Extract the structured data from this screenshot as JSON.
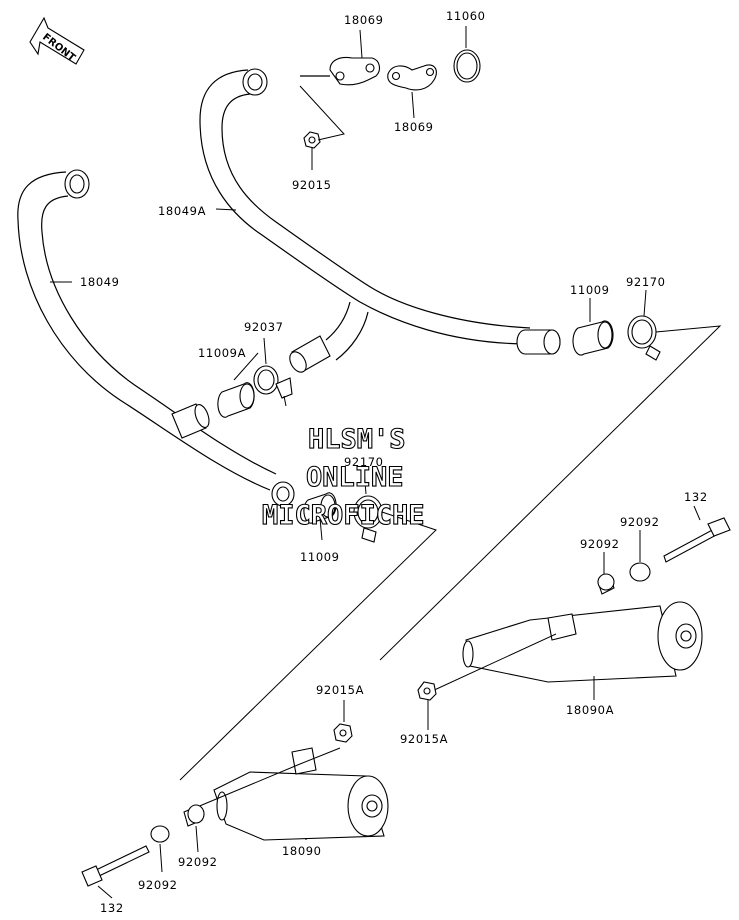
{
  "diagram": {
    "front_arrow_label": "FRONT",
    "watermark": [
      "HLSM'S",
      "ONLINE",
      "MICROFICHE"
    ],
    "callouts": [
      {
        "id": "c-18069-top",
        "text": "18069"
      },
      {
        "id": "c-11060",
        "text": "11060"
      },
      {
        "id": "c-18069-bottom",
        "text": "18069"
      },
      {
        "id": "c-92015",
        "text": "92015"
      },
      {
        "id": "c-18049A",
        "text": "18049A"
      },
      {
        "id": "c-18049",
        "text": "18049"
      },
      {
        "id": "c-92037",
        "text": "92037"
      },
      {
        "id": "c-11009A",
        "text": "11009A"
      },
      {
        "id": "c-11009-right",
        "text": "11009"
      },
      {
        "id": "c-92170-right",
        "text": "92170"
      },
      {
        "id": "c-92170-mid",
        "text": "92170"
      },
      {
        "id": "c-11009-mid",
        "text": "11009"
      },
      {
        "id": "c-132-right",
        "text": "132"
      },
      {
        "id": "c-92092-right-a",
        "text": "92092"
      },
      {
        "id": "c-92092-right-b",
        "text": "92092"
      },
      {
        "id": "c-18090A",
        "text": "18090A"
      },
      {
        "id": "c-92015A-right",
        "text": "92015A"
      },
      {
        "id": "c-92015A-left",
        "text": "92015A"
      },
      {
        "id": "c-18090",
        "text": "18090"
      },
      {
        "id": "c-92092-left-a",
        "text": "92092"
      },
      {
        "id": "c-92092-left-b",
        "text": "92092"
      },
      {
        "id": "c-132-left",
        "text": "132"
      }
    ]
  }
}
